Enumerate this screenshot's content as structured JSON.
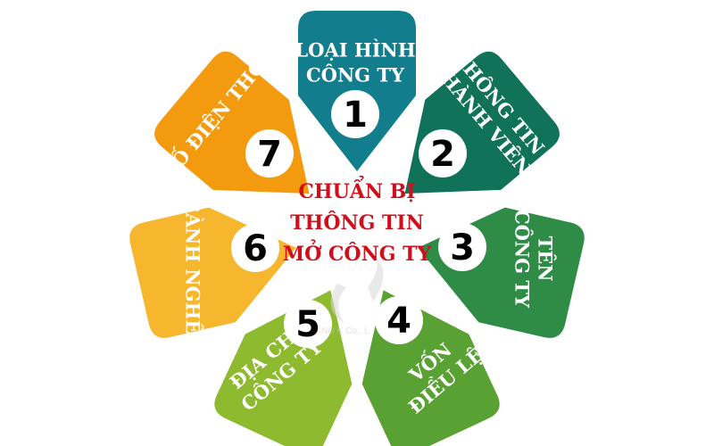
{
  "center": {
    "lines": [
      "CHUẨN BỊ",
      "THÔNG TIN",
      "MỞ CÔNG TY"
    ],
    "color": "#d10f1b"
  },
  "petals": [
    {
      "number": "1",
      "lines": [
        "LOẠI HÌNH",
        "CÔNG TY"
      ],
      "color": "#127d8d"
    },
    {
      "number": "2",
      "lines": [
        "THÔNG TIN",
        "THÀNH VIÊN"
      ],
      "color": "#0f7259"
    },
    {
      "number": "3",
      "lines": [
        "TÊN",
        "CÔNG TY"
      ],
      "color": "#2e8c47"
    },
    {
      "number": "4",
      "lines": [
        "VỐN",
        "ĐIỀU LỆ"
      ],
      "color": "#5aa133"
    },
    {
      "number": "5",
      "lines": [
        "ĐỊA CHỈ",
        "CÔNG TY"
      ],
      "color": "#8dba2f"
    },
    {
      "number": "6",
      "lines": [
        "NGÀNH NGHỀ"
      ],
      "color": "#f6b62e"
    },
    {
      "number": "7",
      "lines": [
        "SỐ ĐIỆN THOẠI"
      ],
      "color": "#f49a0e"
    }
  ],
  "watermark": {
    "text": "NG K    Co., L"
  }
}
